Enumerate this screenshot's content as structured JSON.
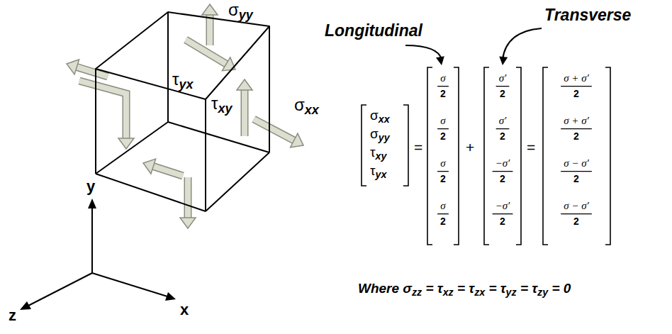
{
  "diagram": {
    "labels": [
      "σyy",
      "τyx",
      "τxy",
      "σxx",
      "y",
      "z",
      "x",
      "Longitudinal",
      "Transverse",
      "σxx",
      "σyy",
      "τxy",
      "τyx",
      "=",
      "σ",
      "2",
      "σ",
      "2",
      "σ",
      "2",
      "σ",
      "2",
      "+",
      "σ′",
      "2",
      "σ′",
      "2",
      "−σ′",
      "2",
      "−σ′",
      "2",
      "=",
      "σ + σ′",
      "2",
      "σ + σ′",
      "2",
      "σ − σ′",
      "2",
      "σ − σ′",
      "2",
      "Where σzz = τxz = τzx = τyz = τzy = 0"
    ]
  }
}
